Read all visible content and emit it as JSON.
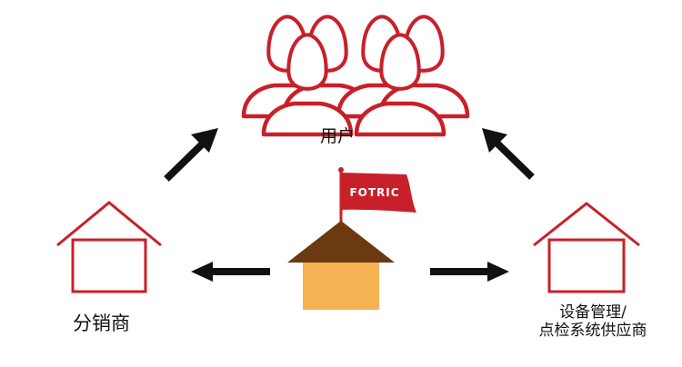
{
  "nodes": {
    "users": {
      "label": "用户"
    },
    "distributor": {
      "label": "分销商"
    },
    "supplier": {
      "label_line1": "设备管理/",
      "label_line2": "点检系统供应商"
    },
    "center": {
      "flag_text": "FOTRIC"
    }
  },
  "colors": {
    "brand_red": "#c8202a",
    "roof_brown": "#6b3a10",
    "house_orange": "#f5b253",
    "arrow_black": "#111111"
  },
  "icons": {
    "users": "people-group-icon",
    "distributor": "house-outline-icon",
    "supplier": "house-outline-icon",
    "center": "house-with-flag-icon"
  }
}
